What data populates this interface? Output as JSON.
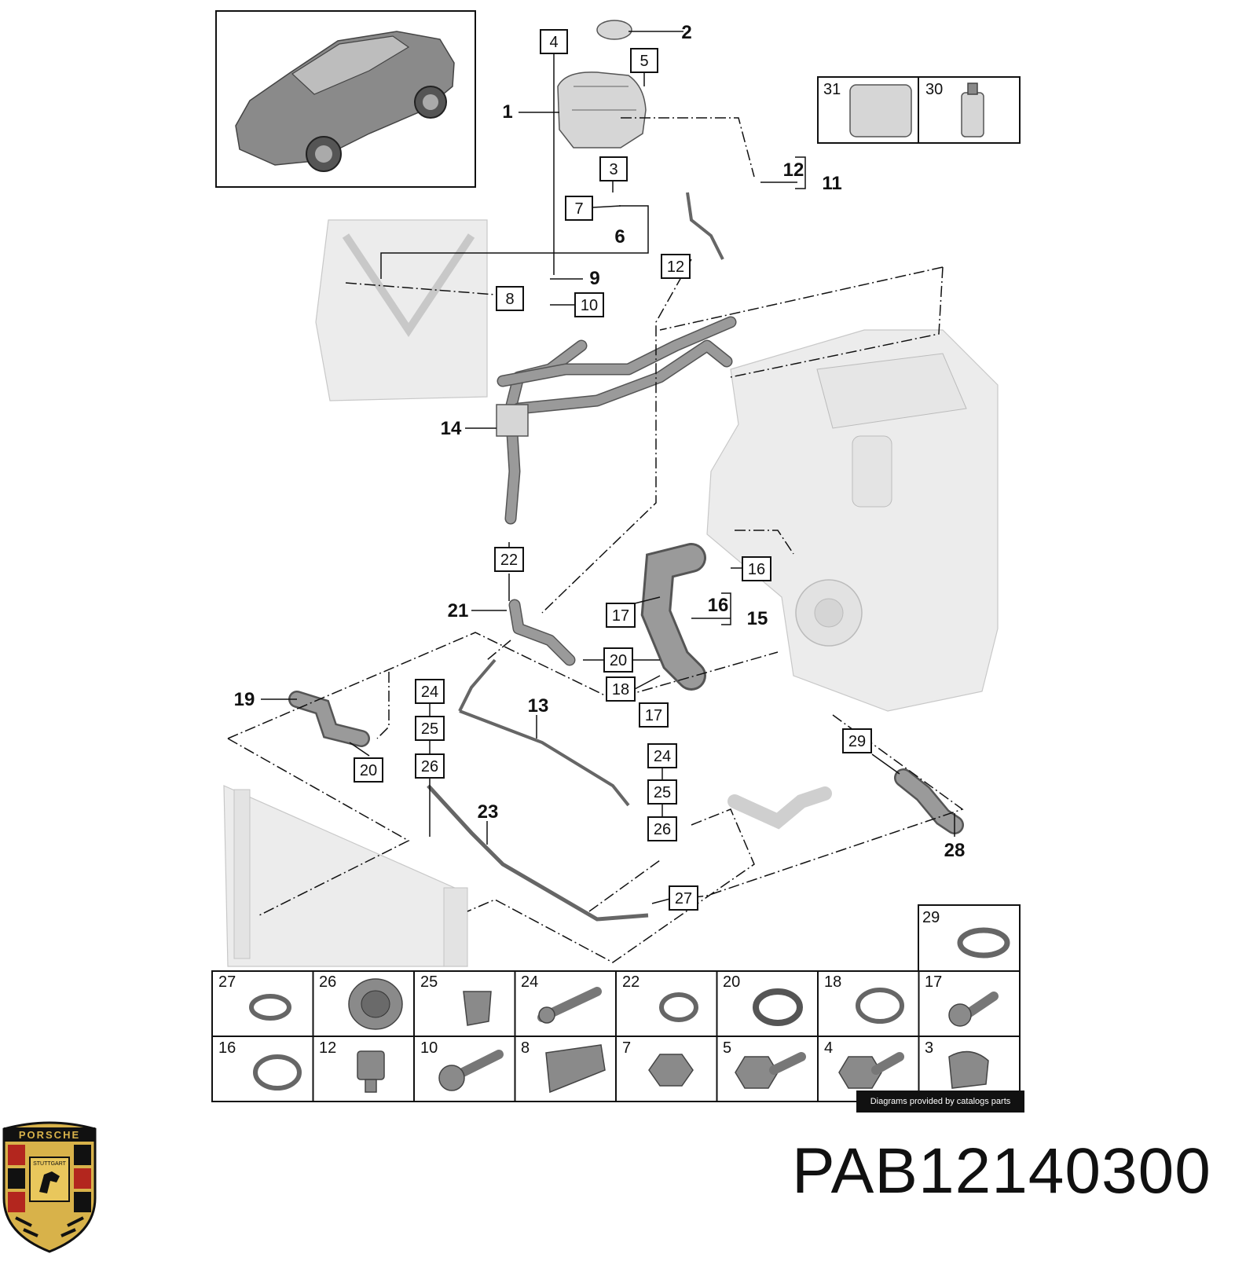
{
  "callouts": {
    "c1": "1",
    "c2": "2",
    "c3": "3",
    "c4": "4",
    "c5": "5",
    "c6": "6",
    "c7": "7",
    "c8": "8",
    "c9": "9",
    "c10": "10",
    "c11": "11",
    "c12a": "12",
    "c12b": "12",
    "c13": "13",
    "c14": "14",
    "c15": "15",
    "c16a": "16",
    "c16b": "16",
    "c17a": "17",
    "c17b": "17",
    "c18": "18",
    "c19": "19",
    "c20a": "20",
    "c20b": "20",
    "c21": "21",
    "c22": "22",
    "c23": "23",
    "c24a": "24",
    "c25a": "25",
    "c26a": "26",
    "c24b": "24",
    "c25b": "25",
    "c26b": "26",
    "c27": "27",
    "c28": "28",
    "c29": "29",
    "c30": "30",
    "c31": "31"
  },
  "parts_grid": {
    "row1": [
      "27",
      "26",
      "25",
      "24",
      "22",
      "20",
      "18",
      "17"
    ],
    "row2": [
      "16",
      "12",
      "10",
      "8",
      "7",
      "5",
      "4",
      "3"
    ],
    "top_cell": "29"
  },
  "credit": "Diagrams provided by catalogs parts",
  "part_number": "PAB12140300",
  "logo": {
    "brand_text": "PORSCHE",
    "city_text": "STUTTGART",
    "colors": {
      "gold": "#d8b24a",
      "red": "#b3261e",
      "black": "#111111"
    }
  }
}
